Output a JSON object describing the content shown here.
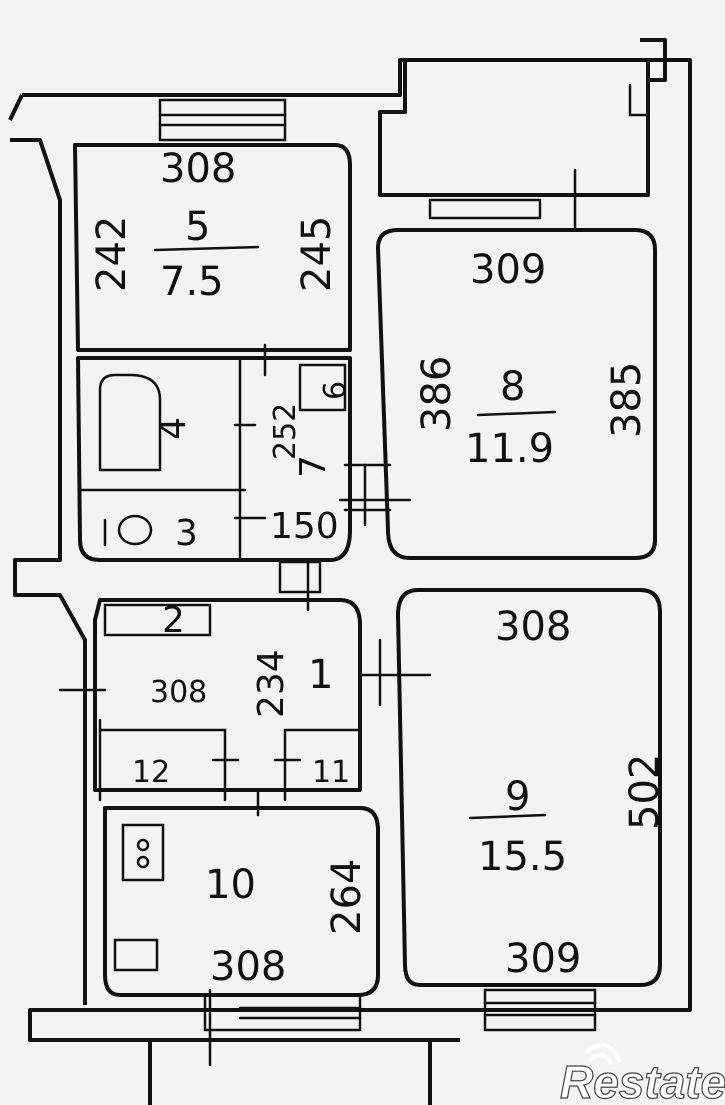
{
  "rooms": [
    {
      "id": "5",
      "number": "5",
      "area": "7.5",
      "width_top": "308",
      "side_left": "242",
      "side_right": "245"
    },
    {
      "id": "4",
      "number": "4"
    },
    {
      "id": "6",
      "number": "6"
    },
    {
      "id": "7",
      "number": "7",
      "side": "252",
      "width_bottom": "150"
    },
    {
      "id": "3",
      "number": "3"
    },
    {
      "id": "8",
      "number": "8",
      "area": "11.9",
      "width_top": "309",
      "side_left": "386",
      "side_right": "385"
    },
    {
      "id": "2",
      "number": "2"
    },
    {
      "id": "1",
      "number": "1",
      "width": "308",
      "side": "234"
    },
    {
      "id": "12",
      "number": "12"
    },
    {
      "id": "11",
      "number": "11"
    },
    {
      "id": "10",
      "number": "10",
      "width_bottom": "308",
      "side": "264"
    },
    {
      "id": "9",
      "number": "9",
      "area": "15.5",
      "width_top": "308",
      "width_bottom": "309",
      "side_right": "502"
    }
  ],
  "watermark": {
    "text": "Restate"
  }
}
